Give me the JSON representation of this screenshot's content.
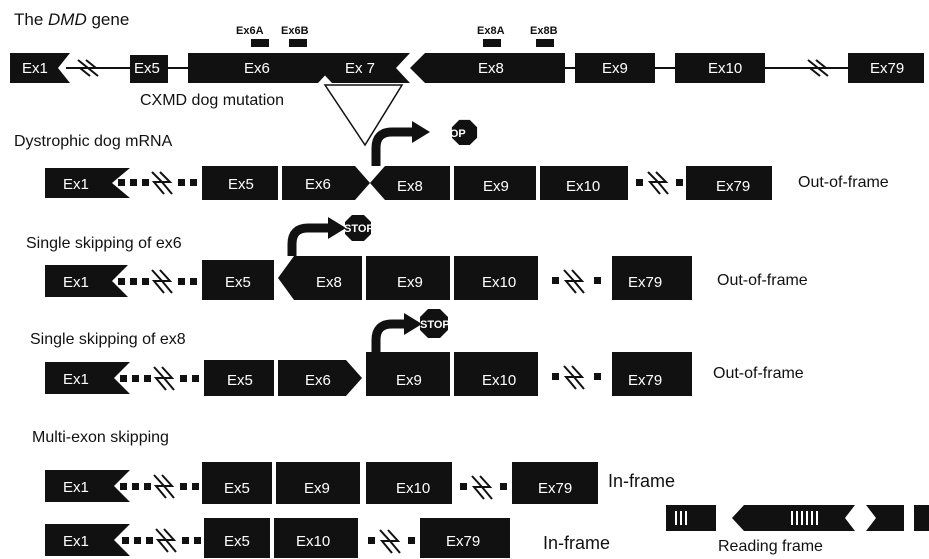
{
  "gene_title_prefix": "The ",
  "gene_title_italic": "DMD",
  "gene_title_suffix": " gene",
  "mutation_label": "CXMD dog mutation",
  "probes": {
    "ex6a": "Ex6A",
    "ex6b": "Ex6B",
    "ex8a": "Ex8A",
    "ex8b": "Ex8B"
  },
  "stop_text": "STOP",
  "gene_exons": [
    "Ex1",
    "Ex5",
    "Ex6",
    "Ex 7",
    "Ex8",
    "Ex9",
    "Ex10",
    "Ex79"
  ],
  "rows": [
    {
      "heading": "Dystrophic dog mRNA",
      "exons": [
        "Ex1",
        "Ex5",
        "Ex6",
        "Ex8",
        "Ex9",
        "Ex10",
        "Ex79"
      ],
      "frame": "Out-of-frame"
    },
    {
      "heading": "Single skipping of ex6",
      "exons": [
        "Ex1",
        "Ex5",
        "Ex8",
        "Ex9",
        "Ex10",
        "Ex79"
      ],
      "frame": "Out-of-frame"
    },
    {
      "heading": "Single skipping of ex8",
      "exons": [
        "Ex1",
        "Ex5",
        "Ex6",
        "Ex9",
        "Ex10",
        "Ex79"
      ],
      "frame": "Out-of-frame"
    },
    {
      "heading": "Multi-exon skipping",
      "exons": [
        "Ex1",
        "Ex5",
        "Ex9",
        "Ex10",
        "Ex79"
      ],
      "frame": "In-frame"
    },
    {
      "heading": "",
      "exons": [
        "Ex1",
        "Ex5",
        "Ex10",
        "Ex79"
      ],
      "frame": "In-frame"
    }
  ],
  "legend_label": "Reading frame"
}
